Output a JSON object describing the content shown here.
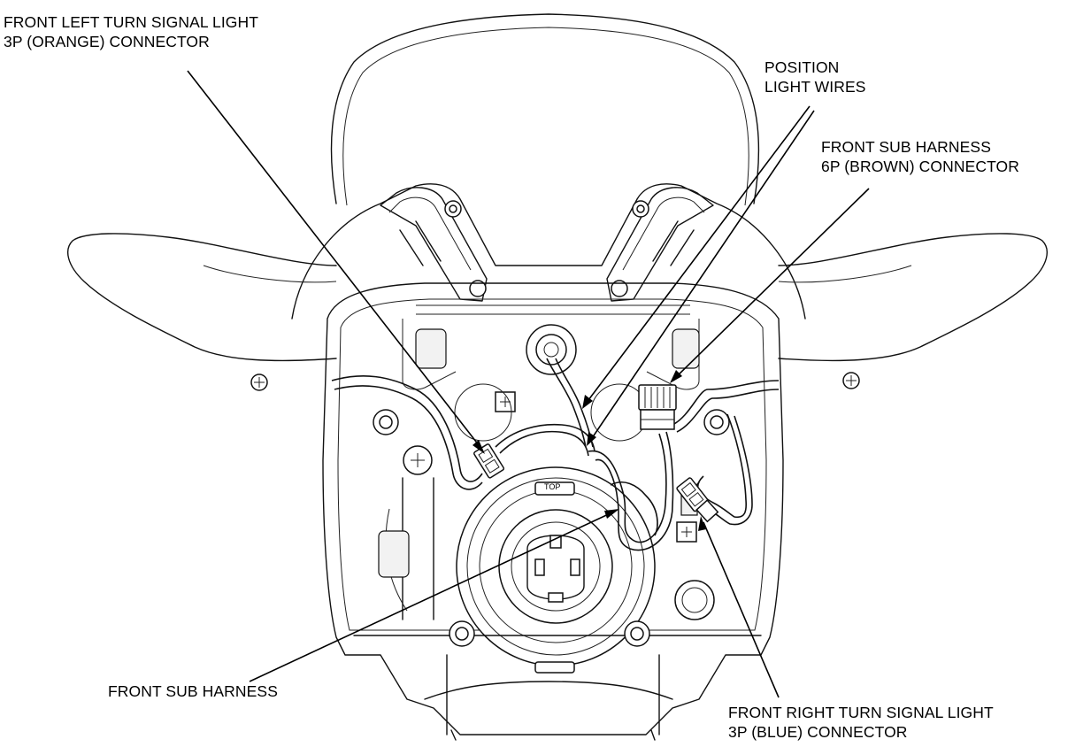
{
  "callouts": {
    "left_turn_connector": [
      "FRONT LEFT TURN SIGNAL LIGHT",
      "3P (ORANGE) CONNECTOR"
    ],
    "position_light_wires": [
      "POSITION",
      "LIGHT WIRES"
    ],
    "sub_harness_connector": [
      "FRONT SUB HARNESS",
      "6P (BROWN) CONNECTOR"
    ],
    "front_sub_harness": [
      "FRONT SUB HARNESS"
    ],
    "right_turn_connector": [
      "FRONT RIGHT TURN SIGNAL LIGHT",
      "3P (BLUE) CONNECTOR"
    ]
  },
  "embossed": {
    "headlight_top_mark": "TOP"
  }
}
